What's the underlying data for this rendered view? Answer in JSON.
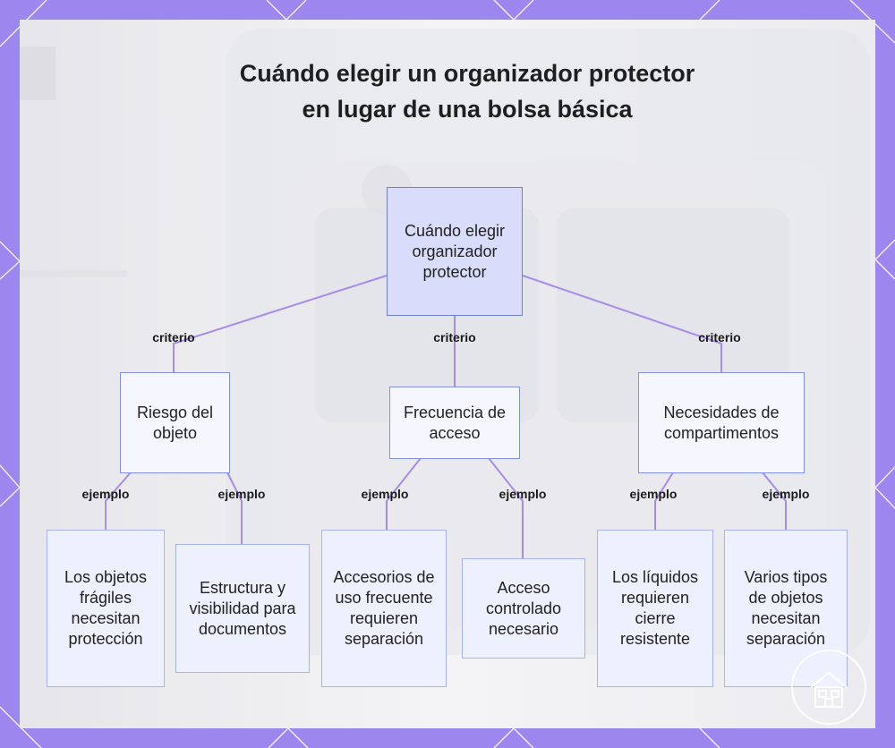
{
  "title": "Cuándo elegir un organizador protector en lugar de una bolsa básica",
  "root": "Cuándo elegir organizador protector",
  "criterion_label": "criterio",
  "example_label": "ejemplo",
  "criteria": [
    {
      "label": "Riesgo del objeto",
      "examples": [
        "Los objetos frágiles necesitan protección",
        "Estructura y visibilidad para documentos"
      ]
    },
    {
      "label": "Frecuencia de acceso",
      "examples": [
        "Accesorios de uso frecuente requieren separación",
        "Acceso controlado necesario"
      ]
    },
    {
      "label": "Necesidades de compartimentos",
      "examples": [
        "Los líquidos requieren cierre resistente",
        "Varios tipos de objetos necesitan separación"
      ]
    }
  ],
  "colors": {
    "frame": "#9b87ee",
    "connector": "#a98be8",
    "root_fill": "#d9dcfb",
    "node_border": "#8b98e6"
  },
  "icons": [
    "house-icon"
  ]
}
